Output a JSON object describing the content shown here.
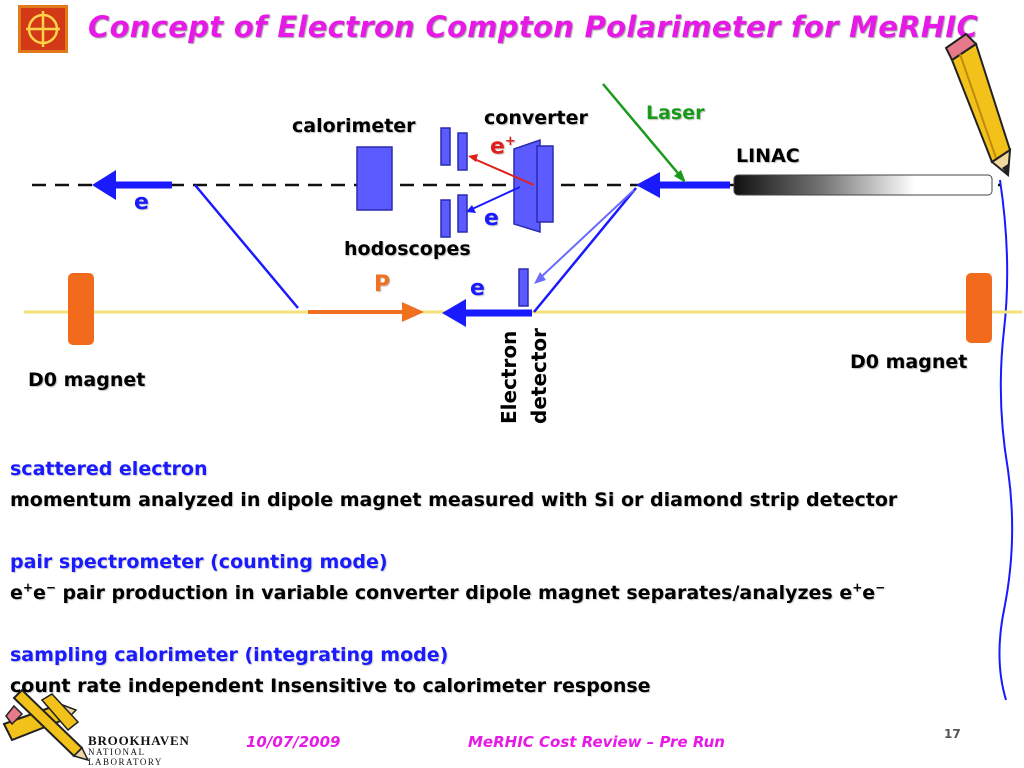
{
  "slide": {
    "title": "Concept of Electron Compton Polarimeter for MeRHIC"
  },
  "diagram": {
    "labels": {
      "calorimeter": "calorimeter",
      "converter": "converter",
      "laser": "Laser",
      "linac": "LINAC",
      "positron": "e",
      "positron_sup": "+",
      "hodoscopes": "hodoscopes",
      "electron_top": "e",
      "electron_mid": "e",
      "electron_low": "e",
      "proton": "P",
      "electron_detector_line1": "Electron",
      "electron_detector_line2": "detector",
      "d0_left": "D0 magnet",
      "d0_right": "D0 magnet"
    },
    "colors": {
      "beam_blue": "#1a1aff",
      "proton_orange": "#f07020",
      "magnet_orange": "#f26b1d",
      "laser_green": "#1a9a1a",
      "positron_red": "#e0201a",
      "detector_blue": "#5b5bff",
      "yellow_line": "#f5e27a"
    }
  },
  "text": {
    "s1_head": "scattered electron",
    "s1_line": "momentum analyzed in dipole magnet measured with Si or diamond strip detector",
    "s2_head": "pair spectrometer (counting mode)",
    "s2_line_e": "e",
    "s2_sup_plus": "+",
    "s2_line_e2": "e",
    "s2_sup_minus": "−",
    "s2_line_mid": " pair production in variable converter dipole magnet separates/analyzes e",
    "s2_line_e3": "e",
    "s3_head": "sampling calorimeter (integrating mode)",
    "s3_line": "count rate independent Insensitive to calorimeter response"
  },
  "footer": {
    "date": "10/07/2009",
    "event": "MeRHIC Cost Review – Pre Run",
    "page": "17",
    "lab_name": "BROOKHAVEN",
    "lab_sub": "NATIONAL LABORATORY"
  },
  "icons": {
    "top_right": "pencil-icon",
    "bottom_left": "pencils-icon",
    "top_left": "logo-icon"
  }
}
